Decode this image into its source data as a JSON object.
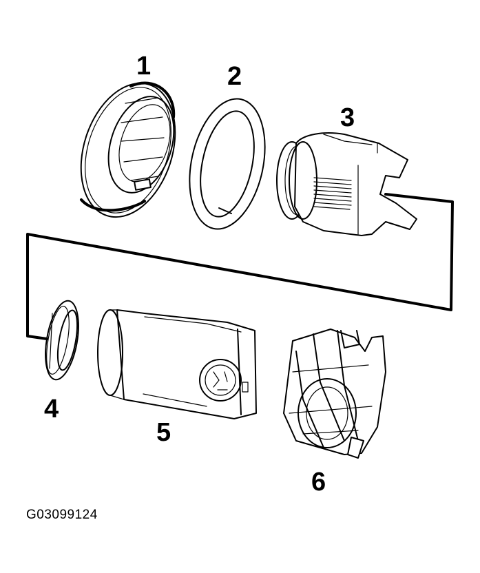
{
  "diagram": {
    "figure_code": "G03099124",
    "callouts": [
      {
        "id": "part-1",
        "label": "1"
      },
      {
        "id": "part-2",
        "label": "2"
      },
      {
        "id": "part-3",
        "label": "3"
      },
      {
        "id": "part-4",
        "label": "4"
      },
      {
        "id": "part-5",
        "label": "5"
      },
      {
        "id": "part-6",
        "label": "6"
      }
    ]
  }
}
